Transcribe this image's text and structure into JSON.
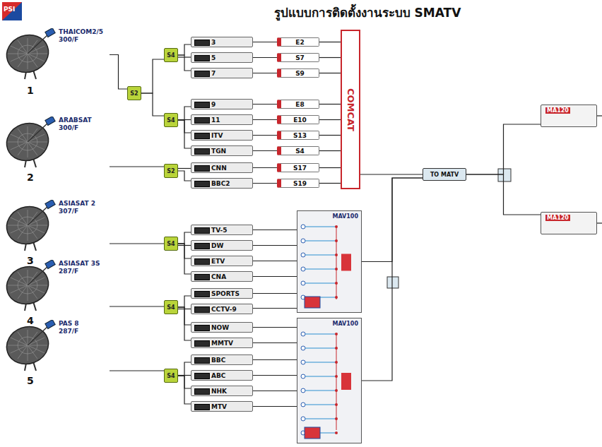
{
  "diagram": {
    "title": "รูปแบบการติดตั้งงานระบบ SMATV",
    "nodes": [
      {
        "text": [
          "THAICOM2/5",
          "300/F"
        ]
      },
      {
        "text": [
          "ARABSAT",
          "300/F"
        ]
      },
      {
        "text": [
          "ASIASAT 2",
          "307/F"
        ]
      },
      {
        "text": [
          "ASIASAT 3S",
          "287/F"
        ]
      },
      {
        "text": [
          "PAS 8",
          "287/F"
        ]
      },
      {
        "text": [
          "S2"
        ]
      },
      {
        "text": [
          "S4"
        ]
      },
      {
        "text": [
          "S4"
        ]
      },
      {
        "text": [
          "S2"
        ]
      },
      {
        "text": [
          "S4"
        ]
      },
      {
        "text": [
          "S4"
        ]
      },
      {
        "text": [
          "S4"
        ]
      },
      {
        "text": [
          "3"
        ]
      },
      {
        "text": [
          "5"
        ]
      },
      {
        "text": [
          "7"
        ]
      },
      {
        "text": [
          "9"
        ]
      },
      {
        "text": [
          "11"
        ]
      },
      {
        "text": [
          "ITV"
        ]
      },
      {
        "text": [
          "TGN"
        ]
      },
      {
        "text": [
          "CNN"
        ]
      },
      {
        "text": [
          "BBC2"
        ]
      },
      {
        "text": [
          "E2"
        ]
      },
      {
        "text": [
          "S7"
        ]
      },
      {
        "text": [
          "S9"
        ]
      },
      {
        "text": [
          "E8"
        ]
      },
      {
        "text": [
          "E10"
        ]
      },
      {
        "text": [
          "S13"
        ]
      },
      {
        "text": [
          "S4"
        ]
      },
      {
        "text": [
          "S17"
        ]
      },
      {
        "text": [
          "S19"
        ]
      },
      {
        "text": [
          "COMCAT"
        ]
      },
      {
        "text": [
          "TV-5"
        ]
      },
      {
        "text": [
          "DW"
        ]
      },
      {
        "text": [
          "ETV"
        ]
      },
      {
        "text": [
          "CNA"
        ]
      },
      {
        "text": [
          "SPORTS"
        ]
      },
      {
        "text": [
          "CCTV-9"
        ]
      },
      {
        "text": [
          "NOW"
        ]
      },
      {
        "text": [
          "MMTV"
        ]
      },
      {
        "text": [
          "BBC"
        ]
      },
      {
        "text": [
          "ABC"
        ]
      },
      {
        "text": [
          "NHK"
        ]
      },
      {
        "text": [
          "MTV"
        ]
      },
      {
        "text": [
          "MAV100"
        ]
      },
      {
        "text": [
          "MAV100"
        ]
      },
      {
        "text": [
          "TO MATV"
        ]
      },
      {
        "text": [
          "MA120"
        ]
      },
      {
        "text": [
          "MA120"
        ]
      }
    ],
    "edges": [
      {
        "from": 0,
        "to": 5,
        "arrow": "none"
      },
      {
        "from": 5,
        "to": 6,
        "arrow": "none"
      },
      {
        "from": 5,
        "to": 7,
        "arrow": "none"
      },
      {
        "from": 6,
        "to": 12,
        "arrow": "none"
      },
      {
        "from": 6,
        "to": 13,
        "arrow": "none"
      },
      {
        "from": 6,
        "to": 14,
        "arrow": "none"
      },
      {
        "from": 7,
        "to": 15,
        "arrow": "none"
      },
      {
        "from": 7,
        "to": 16,
        "arrow": "none"
      },
      {
        "from": 7,
        "to": 17,
        "arrow": "none"
      },
      {
        "from": 7,
        "to": 18,
        "arrow": "none"
      },
      {
        "from": 1,
        "to": 8,
        "arrow": "none"
      },
      {
        "from": 8,
        "to": 19,
        "arrow": "none"
      },
      {
        "from": 8,
        "to": 20,
        "arrow": "none"
      },
      {
        "from": 12,
        "to": 21,
        "arrow": "none"
      },
      {
        "from": 13,
        "to": 22,
        "arrow": "none"
      },
      {
        "from": 14,
        "to": 23,
        "arrow": "none"
      },
      {
        "from": 15,
        "to": 24,
        "arrow": "none"
      },
      {
        "from": 16,
        "to": 25,
        "arrow": "none"
      },
      {
        "from": 17,
        "to": 26,
        "arrow": "none"
      },
      {
        "from": 18,
        "to": 27,
        "arrow": "none"
      },
      {
        "from": 19,
        "to": 28,
        "arrow": "none"
      },
      {
        "from": 20,
        "to": 29,
        "arrow": "none"
      },
      {
        "from": 21,
        "to": 30,
        "arrow": "none"
      },
      {
        "from": 22,
        "to": 30,
        "arrow": "none"
      },
      {
        "from": 23,
        "to": 30,
        "arrow": "none"
      },
      {
        "from": 24,
        "to": 30,
        "arrow": "none"
      },
      {
        "from": 25,
        "to": 30,
        "arrow": "none"
      },
      {
        "from": 26,
        "to": 30,
        "arrow": "none"
      },
      {
        "from": 27,
        "to": 30,
        "arrow": "none"
      },
      {
        "from": 28,
        "to": 30,
        "arrow": "none"
      },
      {
        "from": 29,
        "to": 30,
        "arrow": "none"
      },
      {
        "from": 2,
        "to": 9,
        "arrow": "none"
      },
      {
        "from": 9,
        "to": 31,
        "arrow": "none"
      },
      {
        "from": 9,
        "to": 32,
        "arrow": "none"
      },
      {
        "from": 9,
        "to": 33,
        "arrow": "none"
      },
      {
        "from": 9,
        "to": 34,
        "arrow": "none"
      },
      {
        "from": 3,
        "to": 10,
        "arrow": "none"
      },
      {
        "from": 10,
        "to": 35,
        "arrow": "none"
      },
      {
        "from": 10,
        "to": 36,
        "arrow": "none"
      },
      {
        "from": 10,
        "to": 37,
        "arrow": "none"
      },
      {
        "from": 10,
        "to": 38,
        "arrow": "none"
      },
      {
        "from": 4,
        "to": 11,
        "arrow": "none"
      },
      {
        "from": 11,
        "to": 39,
        "arrow": "none"
      },
      {
        "from": 11,
        "to": 40,
        "arrow": "none"
      },
      {
        "from": 11,
        "to": 41,
        "arrow": "none"
      },
      {
        "from": 11,
        "to": 42,
        "arrow": "none"
      },
      {
        "from": 31,
        "to": 43,
        "arrow": "none"
      },
      {
        "from": 32,
        "to": 43,
        "arrow": "none"
      },
      {
        "from": 33,
        "to": 43,
        "arrow": "none"
      },
      {
        "from": 34,
        "to": 43,
        "arrow": "none"
      },
      {
        "from": 35,
        "to": 43,
        "arrow": "none"
      },
      {
        "from": 36,
        "to": 43,
        "arrow": "none"
      },
      {
        "from": 37,
        "to": 44,
        "arrow": "none"
      },
      {
        "from": 38,
        "to": 44,
        "arrow": "none"
      },
      {
        "from": 39,
        "to": 44,
        "arrow": "none"
      },
      {
        "from": 40,
        "to": 44,
        "arrow": "none"
      },
      {
        "from": 41,
        "to": 44,
        "arrow": "none"
      },
      {
        "from": 42,
        "to": 44,
        "arrow": "none"
      },
      {
        "from": 30,
        "to": 45,
        "arrow": "none"
      },
      {
        "from": 43,
        "to": 45,
        "arrow": "none"
      },
      {
        "from": 44,
        "to": 45,
        "arrow": "none"
      },
      {
        "from": 45,
        "to": 46,
        "arrow": "none"
      },
      {
        "from": 45,
        "to": 47,
        "arrow": "none"
      }
    ],
    "labels": [
      "PSI",
      "1",
      "2",
      "3",
      "4",
      "5"
    ]
  }
}
